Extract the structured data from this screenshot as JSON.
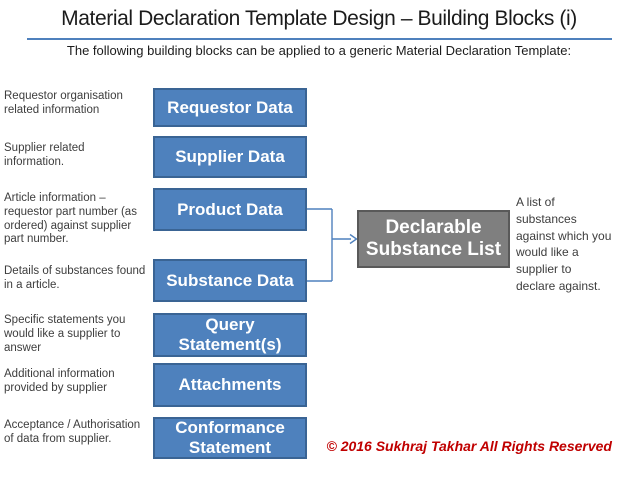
{
  "slide": {
    "title": "Material Declaration Template Design – Building Blocks (i)",
    "subtitle": "The following building blocks can be applied to a generic Material Declaration Template:",
    "copyright": "© 2016 Sukhraj Takhar All Rights Reserved"
  },
  "colors": {
    "block_fill": "#4e81bd",
    "block_border": "#3a6494",
    "block_text": "#ffffff",
    "dsl_fill": "#7f7f7f",
    "dsl_border": "#595959",
    "connector": "#4f81bd",
    "title_underline": "#4f81bd",
    "copyright_text": "#c00000"
  },
  "blocks": [
    {
      "label": "Requestor Data",
      "note": "Requestor organisation\nrelated information"
    },
    {
      "label": "Supplier Data",
      "note": "Supplier related\ninformation."
    },
    {
      "label": "Product Data",
      "note": "Article information –\nrequestor part number (as\nordered) against supplier\npart number."
    },
    {
      "label": "Substance Data",
      "note": "Details of substances found\nin a article."
    },
    {
      "label": "Query\nStatement(s)",
      "note": "Specific statements you\nwould like a supplier to\nanswer"
    },
    {
      "label": "Attachments",
      "note": "Additional information\nprovided by supplier"
    },
    {
      "label": "Conformance\nStatement",
      "note": "Acceptance / Authorisation\nof data from supplier."
    }
  ],
  "dsl": {
    "label": "Declarable\nSubstance List",
    "note": "A list of\nsubstances\nagainst which you\nwould like a\nsupplier to\ndeclare against."
  }
}
